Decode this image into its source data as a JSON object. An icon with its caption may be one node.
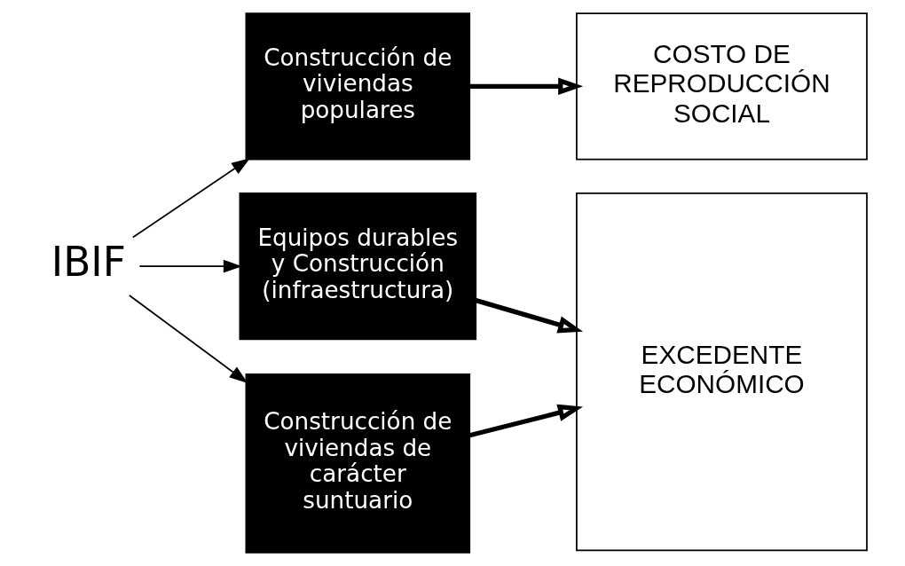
{
  "diagram": {
    "nodes": [
      {
        "text": [
          "IBIF"
        ]
      },
      {
        "text": [
          "Construcción de viviendas populares"
        ]
      },
      {
        "text": [
          "Equipos durables y Construcción (infraestructura)"
        ]
      },
      {
        "text": [
          "Construcción de viviendas de carácter suntuario"
        ]
      },
      {
        "text": [
          "COSTO DE REPRODUCCIÓN SOCIAL"
        ]
      },
      {
        "text": [
          "EXCEDENTE ECONÓMICO"
        ]
      }
    ],
    "edges": [
      {
        "from": 0,
        "to": 1,
        "arrow": "to"
      },
      {
        "from": 0,
        "to": 2,
        "arrow": "to"
      },
      {
        "from": 0,
        "to": 3,
        "arrow": "to"
      },
      {
        "from": 1,
        "to": 4,
        "arrow": "to",
        "style": "thick"
      },
      {
        "from": 2,
        "to": 5,
        "arrow": "to",
        "style": "thick"
      },
      {
        "from": 3,
        "to": 5,
        "arrow": "to",
        "style": "thick"
      }
    ]
  }
}
